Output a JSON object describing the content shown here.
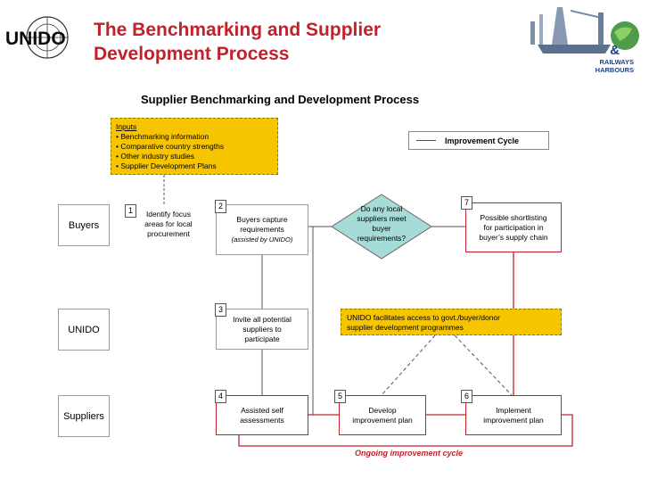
{
  "header": {
    "title_line1": "The Benchmarking and Supplier",
    "title_line2": "Development Process",
    "unido_logo": "UNIDO",
    "rail_logo_line1": "RAILWAYS",
    "rail_logo_amp": "&",
    "rail_logo_line2": "HARBOURS"
  },
  "diagram": {
    "title": "Supplier Benchmarking and Development Process",
    "inputs": {
      "heading": "Inputs",
      "items": [
        "• Benchmarking information",
        "• Comparative country strengths",
        "• Other industry studies",
        "• Supplier Development Plans"
      ]
    },
    "legend_label": "Improvement Cycle",
    "lanes": {
      "buyers": "Buyers",
      "unido": "UNIDO",
      "suppliers": "Suppliers"
    },
    "steps": {
      "s1": {
        "num": "1",
        "lines": [
          "Identify focus",
          "areas for local",
          "procurement"
        ]
      },
      "s2": {
        "num": "2",
        "lines": [
          "Buyers capture",
          "requirements"
        ],
        "note": "(assisted by UNIDO)"
      },
      "s3": {
        "num": "3",
        "lines": [
          "Invite all potential",
          "suppliers to",
          "participate"
        ]
      },
      "s4": {
        "num": "4",
        "lines": [
          "Assisted self",
          "assessments"
        ]
      },
      "s5": {
        "num": "5",
        "lines": [
          "Develop",
          "improvement plan"
        ]
      },
      "s6": {
        "num": "6",
        "lines": [
          "Implement",
          "improvement  plan"
        ]
      },
      "s7": {
        "num": "7",
        "lines": [
          "Possible shortlisting",
          "for participation in",
          "buyer’s supply chain"
        ]
      }
    },
    "decision": {
      "lines": [
        "Do any local",
        "suppliers meet",
        "buyer",
        "requirements?"
      ]
    },
    "unido_note": {
      "lines": [
        "UNIDO facilitates access to govt./buyer/donor",
        "supplier development  programmes"
      ]
    },
    "ongoing": "Ongoing improvement cycle"
  },
  "colors": {
    "title_red": "#c0222b",
    "yellow": "#f7c400",
    "teal": "#a6dcd8",
    "brand_blue": "#1c3f8c"
  }
}
